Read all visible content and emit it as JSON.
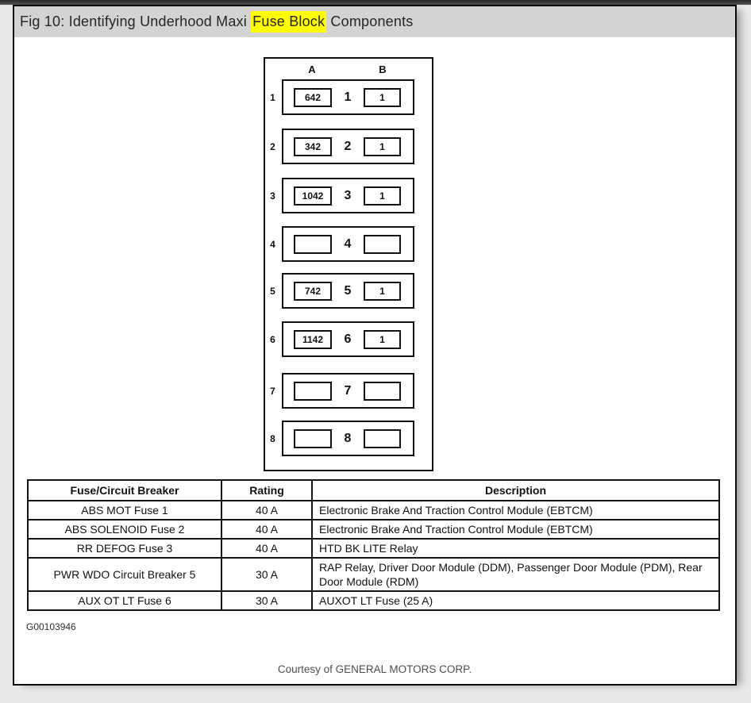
{
  "header": {
    "title_prefix": "Fig 10: Identifying Underhood Maxi ",
    "title_highlight": "Fuse Block",
    "title_suffix": " Components"
  },
  "diagram": {
    "column_headers": [
      "A",
      "B"
    ],
    "rows": [
      {
        "num": "1",
        "a": "642",
        "b": "1"
      },
      {
        "num": "2",
        "a": "342",
        "b": "1"
      },
      {
        "num": "3",
        "a": "1042",
        "b": "1"
      },
      {
        "num": "4",
        "a": "",
        "b": ""
      },
      {
        "num": "5",
        "a": "742",
        "b": "1"
      },
      {
        "num": "6",
        "a": "1142",
        "b": "1"
      },
      {
        "num": "7",
        "a": "",
        "b": ""
      },
      {
        "num": "8",
        "a": "",
        "b": ""
      }
    ]
  },
  "table": {
    "headers": [
      "Fuse/Circuit Breaker",
      "Rating",
      "Description"
    ],
    "rows": [
      [
        "ABS MOT Fuse 1",
        "40 A",
        "Electronic Brake And Traction Control Module (EBTCM)"
      ],
      [
        "ABS SOLENOID Fuse 2",
        "40 A",
        "Electronic Brake And Traction Control Module (EBTCM)"
      ],
      [
        "RR DEFOG Fuse 3",
        "40 A",
        "HTD BK LITE Relay"
      ],
      [
        "PWR WDO Circuit Breaker 5",
        "30 A",
        "RAP Relay, Driver Door Module (DDM), Passenger Door Module (PDM), Rear Door Module (RDM)"
      ],
      [
        "AUX OT LT Fuse 6",
        "30 A",
        "AUXOT LT Fuse (25 A)"
      ]
    ]
  },
  "footer": {
    "figure_id": "G00103946",
    "courtesy": "Courtesy of GENERAL MOTORS CORP."
  },
  "colors": {
    "title_bar_bg": "#d3d3d3",
    "highlight": "#ffff00",
    "page_bg": "#ffffff",
    "line": "#111111",
    "top_strip": "#3c3c3c"
  }
}
